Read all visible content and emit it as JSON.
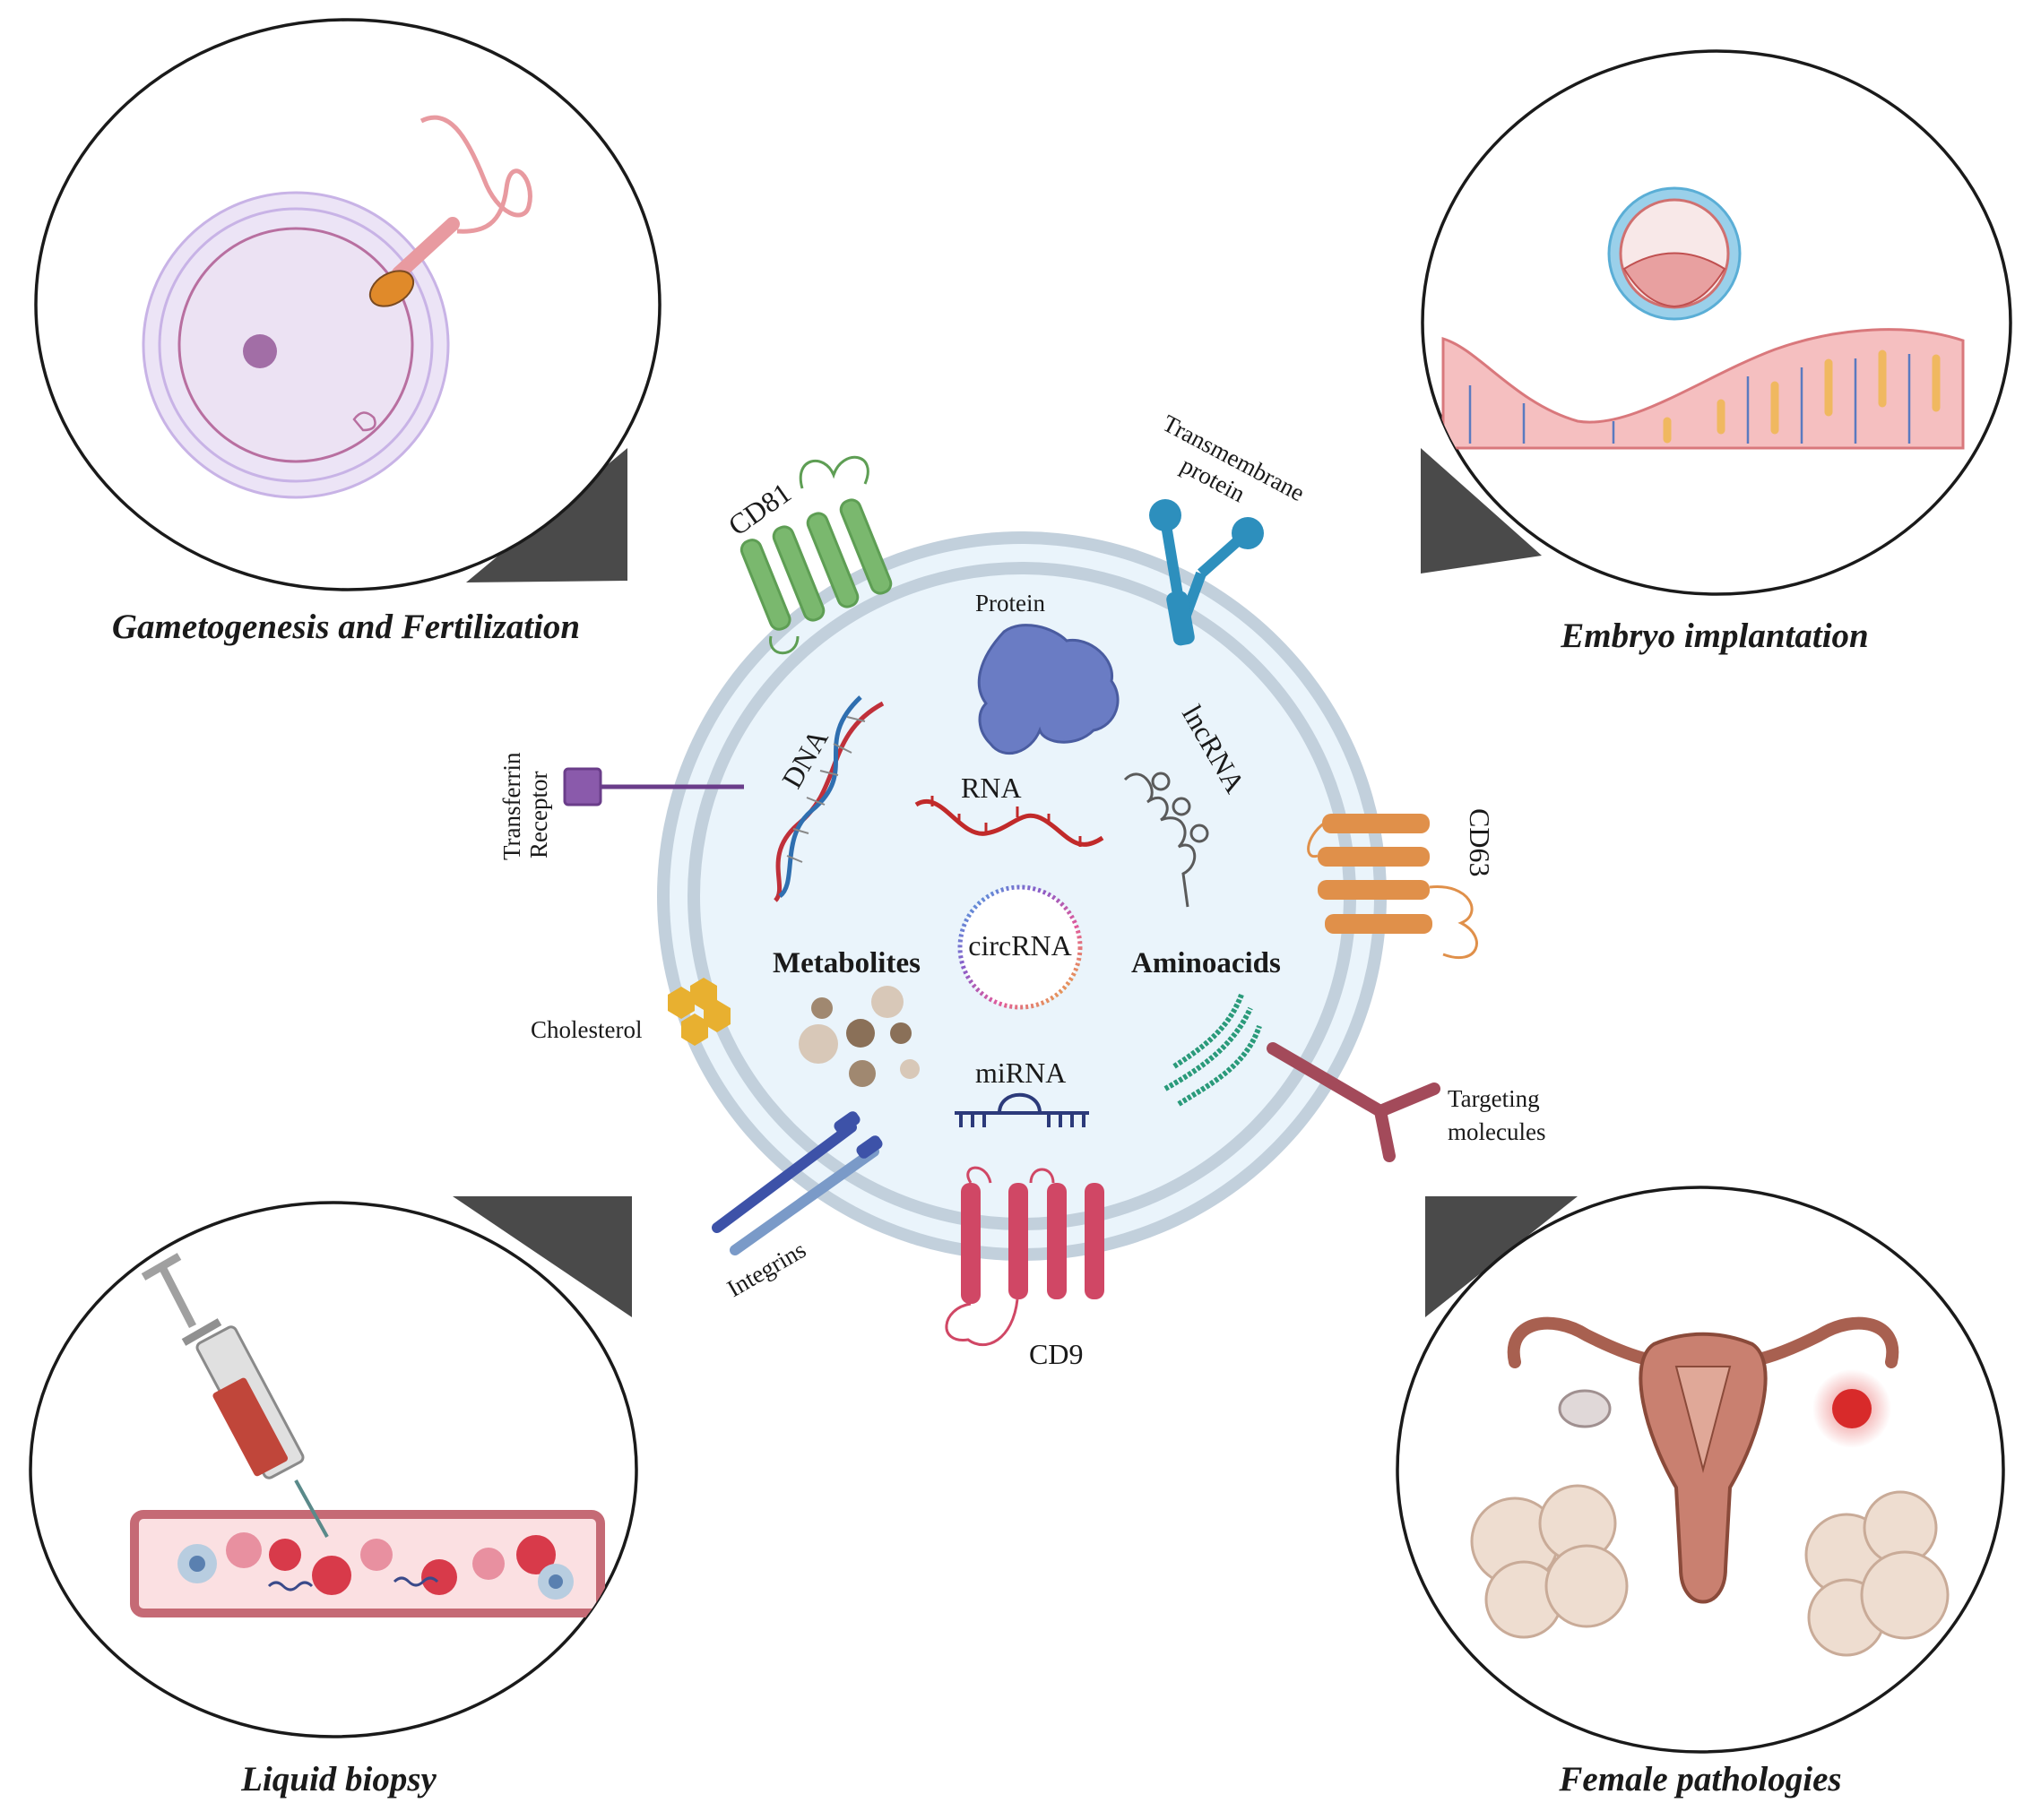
{
  "panels": {
    "top_left": "Gametogenesis and Fertilization",
    "top_right": "Embryo implantation",
    "bottom_left": "Liquid biopsy",
    "bottom_right": "Female pathologies"
  },
  "vesicle_labels": {
    "cd81": "CD81",
    "transmembrane": [
      "Transmembrane",
      "protein"
    ],
    "transferrin": [
      "Transferrin",
      "Receptor"
    ],
    "cd63": "CD63",
    "cholesterol": "Cholesterol",
    "targeting": [
      "Targeting",
      "molecules"
    ],
    "integrins": "Integrins",
    "cd9": "CD9"
  },
  "cargo_labels": {
    "protein": "Protein",
    "dna": "DNA",
    "rna": "RNA",
    "lncrna": "lncRNA",
    "circrna": "circRNA",
    "metabolites": "Metabolites",
    "aminoacids": "Aminoacids",
    "mirna": "miRNA"
  },
  "colors": {
    "membrane": "#b4c5d3",
    "lumen": "#eaf4fb",
    "panel_shadow": "#4a4a4a",
    "cd81": "#5e9e54",
    "cd63": "#e0904a",
    "cd9": "#d04765",
    "transmembrane": "#2d8fbd",
    "transferrin": "#6a3d8a",
    "targeting": "#a34a5a",
    "integrin": "#3d52a8",
    "protein": "#6a7cc4",
    "dna_red": "#c0303a",
    "dna_blue": "#2f6fb0",
    "rna": "#c12a2a",
    "aminoacid": "#2a9a7a",
    "mirna": "#2c3a7a",
    "cholesterol": "#e8b030"
  }
}
